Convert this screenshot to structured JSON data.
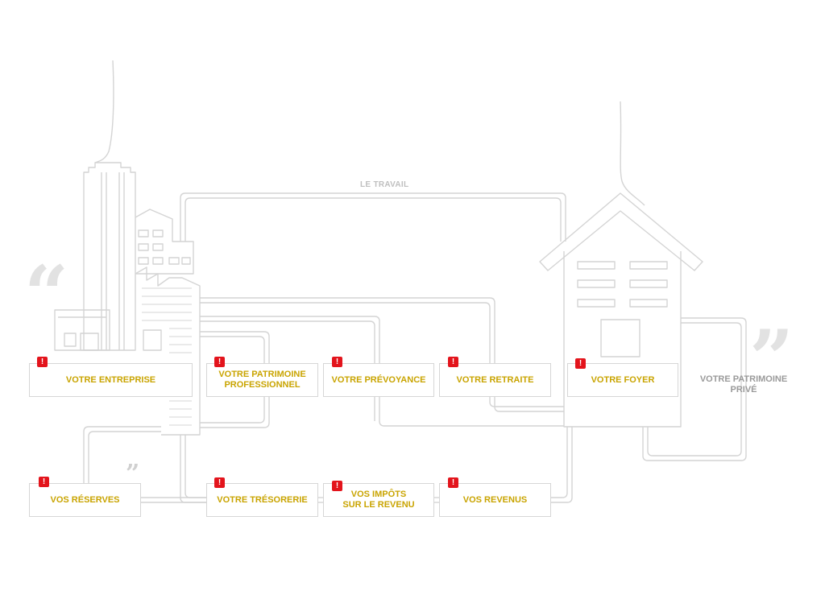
{
  "labels": {
    "work": "LE TRAVAIL",
    "private_assets": "VOTRE PATRIMOINE\nPRIVÉ"
  },
  "alert_symbol": "!",
  "quote_open": "“",
  "quote_close": "”",
  "boxes": {
    "entreprise": "VOTRE ENTREPRISE",
    "patrimoine_pro": "VOTRE PATRIMOINE\nPROFESSIONNEL",
    "prevoyance": "VOTRE PRÉVOYANCE",
    "retraite": "VOTRE RETRAITE",
    "foyer": "VOTRE FOYER",
    "reserves": "VOS RÉSERVES",
    "tresorerie": "VOTRE TRÉSORERIE",
    "impots": "VOS IMPÔTS\nSUR LE REVENU",
    "revenus": "VOS REVENUS"
  },
  "colors": {
    "label_gold": "#c9a400",
    "alert_red": "#e3141c",
    "line_gray": "#d6d6d6"
  }
}
